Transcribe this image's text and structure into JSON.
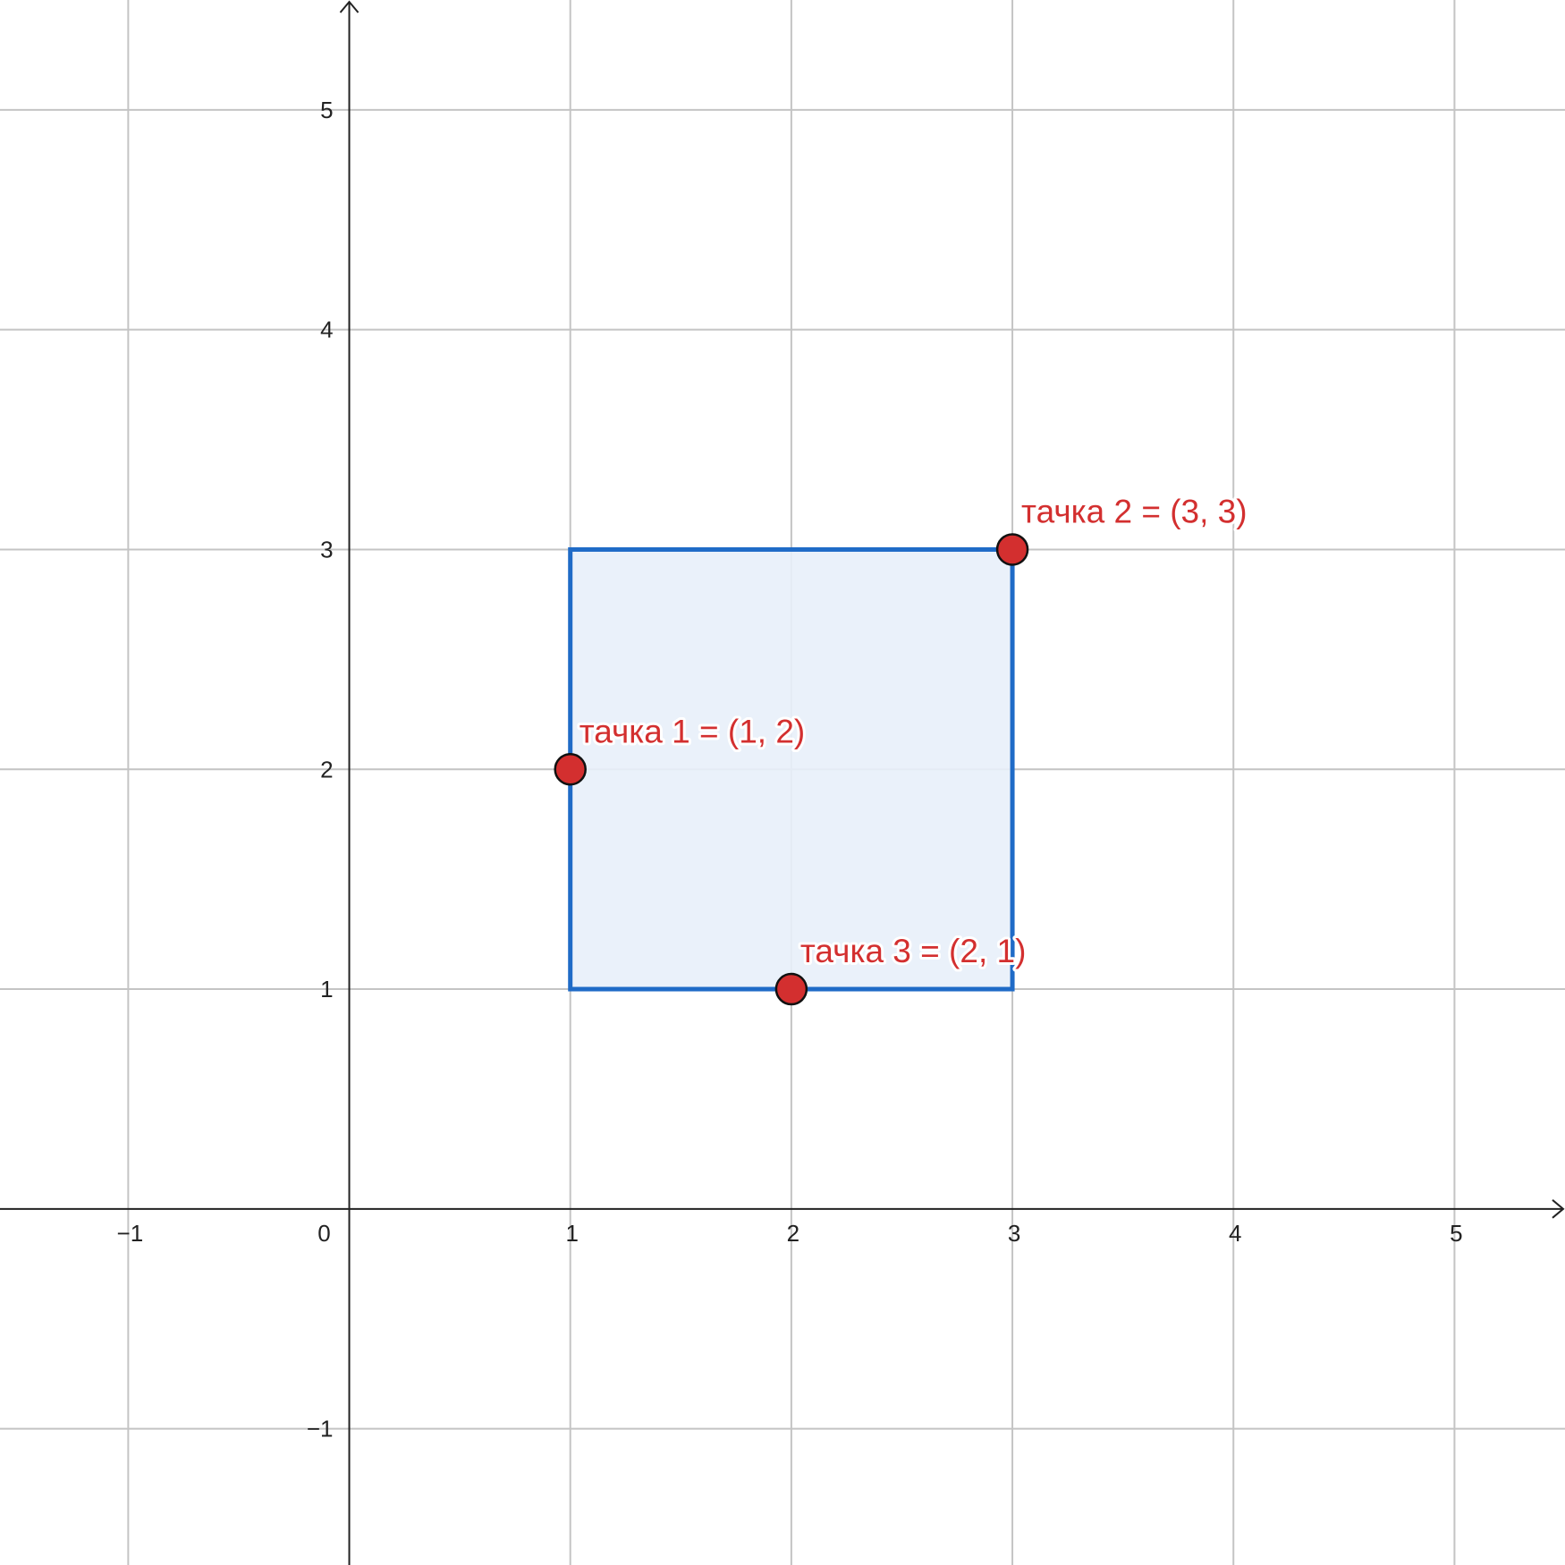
{
  "chart_data": {
    "type": "scatter",
    "x_range": [
      -1.58,
      5.5
    ],
    "y_range": [
      -1.62,
      5.5
    ],
    "x_ticks": [
      {
        "value": -1,
        "label": "−1"
      },
      {
        "value": 0,
        "label": "0"
      },
      {
        "value": 1,
        "label": "1"
      },
      {
        "value": 2,
        "label": "2"
      },
      {
        "value": 3,
        "label": "3"
      },
      {
        "value": 4,
        "label": "4"
      },
      {
        "value": 5,
        "label": "5"
      }
    ],
    "y_ticks": [
      {
        "value": -1,
        "label": "−1"
      },
      {
        "value": 1,
        "label": "1"
      },
      {
        "value": 2,
        "label": "2"
      },
      {
        "value": 3,
        "label": "3"
      },
      {
        "value": 4,
        "label": "4"
      },
      {
        "value": 5,
        "label": "5"
      }
    ],
    "grid": true,
    "rectangle": {
      "x_min": 1,
      "y_min": 1,
      "x_max": 3,
      "y_max": 3
    },
    "points": [
      {
        "x": 1,
        "y": 2,
        "label": "тачка 1 = (1, 2)"
      },
      {
        "x": 3,
        "y": 3,
        "label": "тачка 2 = (3, 3)"
      },
      {
        "x": 2,
        "y": 1,
        "label": "тачка 3 = (2, 1)"
      }
    ],
    "colors": {
      "grid": "#c4c4c4",
      "axis": "#222222",
      "rectangle_stroke": "#1f6bc7",
      "rectangle_fill": "#e8f0f9",
      "point_fill": "#d32f2f",
      "point_stroke": "#111111",
      "point_label": "#d32f2f"
    }
  }
}
